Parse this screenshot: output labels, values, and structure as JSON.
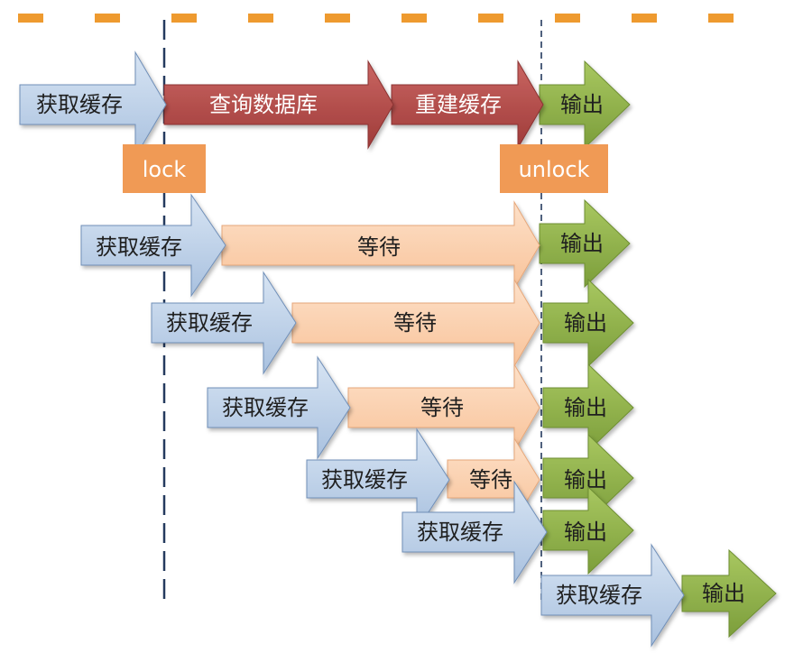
{
  "colors": {
    "top_dash": "#EE9A2F",
    "guide_line": "#243A5E",
    "acquire_fill": "#B7CDE6",
    "acquire_text": "#1F1F1F",
    "query_fill": "#B24B48",
    "query_text": "#FFFFFF",
    "wait_fill": "#FBD0AE",
    "wait_text": "#1F1F1F",
    "output_fill": "#8FB04A",
    "output_text": "#1F1F1F",
    "lock_fill": "#F09A55",
    "lock_text": "#FFFFFF"
  },
  "lock_label": "lock",
  "unlock_label": "unlock",
  "leader": {
    "acquire": "获取缓存",
    "query": "查询数据库",
    "rebuild": "重建缓存",
    "output": "输出"
  },
  "waiters": [
    {
      "acquire": "获取缓存",
      "wait": "等待",
      "output": "输出"
    },
    {
      "acquire": "获取缓存",
      "wait": "等待",
      "output": "输出"
    },
    {
      "acquire": "获取缓存",
      "wait": "等待",
      "output": "输出"
    },
    {
      "acquire": "获取缓存",
      "wait": "等待",
      "output": "输出"
    }
  ],
  "late": [
    {
      "acquire": "获取缓存",
      "output": "输出"
    },
    {
      "acquire": "获取缓存",
      "output": "输出"
    }
  ]
}
